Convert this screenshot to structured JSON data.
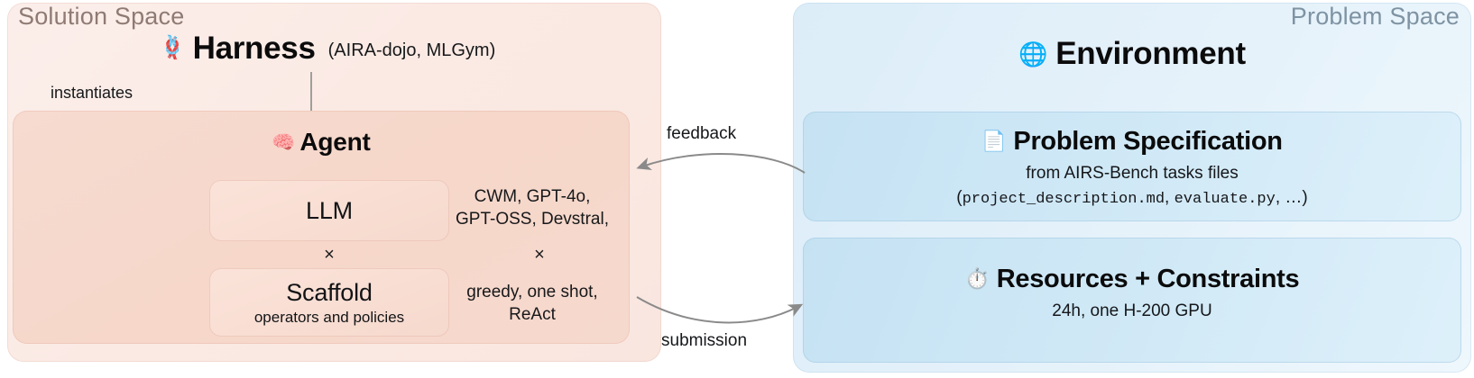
{
  "left_panel": {
    "space_label": "Solution Space",
    "harness": {
      "icon": "knot-emoji",
      "glyph": "🪢",
      "title": "Harness",
      "examples": "(AIRA-dojo, MLGym)"
    },
    "edge_label": "instantiates",
    "agent": {
      "icon": "brain-emoji",
      "glyph": "🧠",
      "title": "Agent",
      "components": [
        {
          "title": "LLM",
          "subtitle": "",
          "values": "CWM, GPT-4o,\nGPT-OSS, Devstral,"
        },
        {
          "title": "Scaffold",
          "subtitle": "operators and policies",
          "values": "greedy, one shot,\nReAct"
        }
      ],
      "operator": "×"
    },
    "models_line1": "CWM, GPT-4o,",
    "models_line2": "GPT-OSS, Devstral,",
    "policies_line1": "greedy, one shot,",
    "policies_line2": "ReAct"
  },
  "right_panel": {
    "space_label": "Problem Space",
    "environment": {
      "icon": "globe-with-meridians-icon",
      "glyph": "🌐",
      "title": "Environment"
    },
    "cards": [
      {
        "icon": "page-facing-up-icon",
        "glyph": "📄",
        "title": "Problem Specification",
        "subtitle": "from AIRS-Bench tasks files",
        "files_prefix": "(",
        "file1": "project_description.md",
        "sep1": ", ",
        "file2": "evaluate.py",
        "files_suffix": ", …)"
      },
      {
        "icon": "stopwatch-icon",
        "glyph": "⏱️",
        "title": "Resources + Constraints",
        "subtitle": "24h, one H-200 GPU"
      }
    ]
  },
  "connectors": {
    "feedback_label": "feedback",
    "submission_label": "submission"
  },
  "colors": {
    "solution_space_bg": "#fbeae4",
    "agent_box_bg": "#f6d7ca",
    "problem_space_bg": "#e4f1fa",
    "blue_card_bg": "#cfe8f6",
    "solution_label": "#8f7a74",
    "problem_label": "#7e93a3",
    "arrow": "#8a8a8a"
  }
}
